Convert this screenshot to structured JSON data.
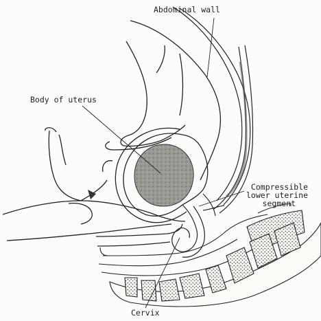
{
  "labels": {
    "abdominal_wall": "Abdominal wall",
    "body_of_uterus": "Body of uterus",
    "compressible_line1": "Compressible",
    "compressible_line2": "lower uterine",
    "compressible_line3": "segment",
    "cervix": "Cervix"
  },
  "colors": {
    "ink": "#1e1e1e",
    "uterus_fill": "#8a8a86",
    "paper": "#fcfcfa"
  }
}
